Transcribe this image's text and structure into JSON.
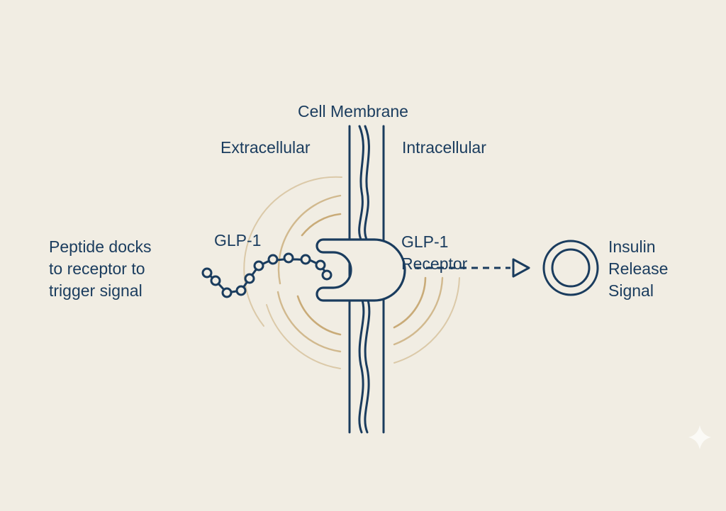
{
  "diagram": {
    "title": "Cell Membrane",
    "regions": {
      "left": "Extracellular",
      "right": "Intracellular"
    },
    "ligand": {
      "label": "GLP-1"
    },
    "receptor": {
      "lines": [
        "GLP-1",
        "Receptor"
      ]
    },
    "note": {
      "lines": [
        "Peptide docks",
        "to receptor to",
        "trigger signal"
      ]
    },
    "output": {
      "lines": [
        "Insulin",
        "Release",
        "Signal"
      ]
    },
    "colors": {
      "ink": "#1a3c5e",
      "wave": "#c9ab78",
      "background": "#f1ede3"
    },
    "icons": {
      "corner": "sparkle-icon",
      "output": "target-ring-icon",
      "arrow": "arrowhead-icon"
    }
  }
}
